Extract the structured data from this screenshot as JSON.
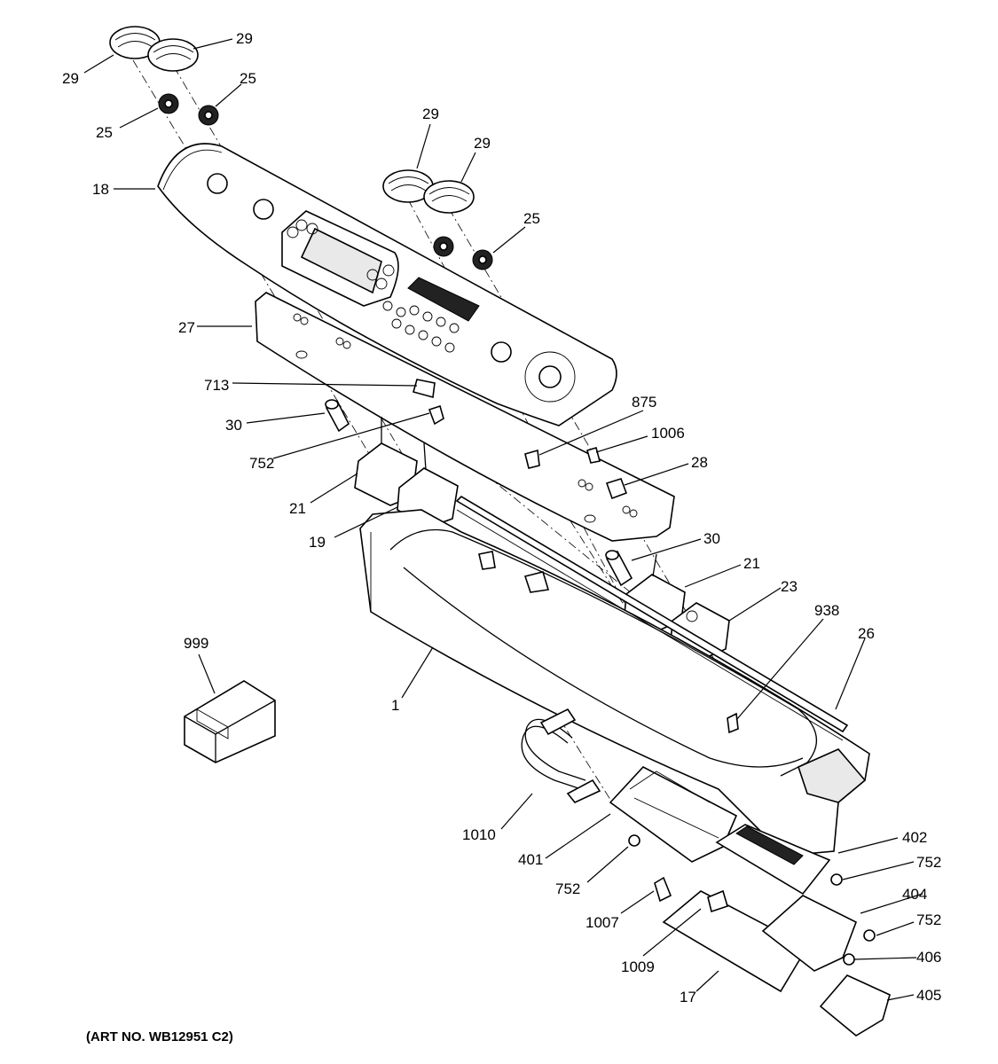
{
  "caption": "(ART NO. WB12951 C2)",
  "callouts": {
    "c29a": "29",
    "c29b": "29",
    "c29c": "29",
    "c29d": "29",
    "c25a": "25",
    "c25b": "25",
    "c25c": "25",
    "c18": "18",
    "c27": "27",
    "c713": "713",
    "c30a": "30",
    "c752a": "752",
    "c875": "875",
    "c1006": "1006",
    "c28": "28",
    "c21a": "21",
    "c19": "19",
    "c30b": "30",
    "c21b": "21",
    "c23": "23",
    "c938": "938",
    "c26": "26",
    "c999": "999",
    "c1": "1",
    "c1010": "1010",
    "c401": "401",
    "c752b": "752",
    "c1007": "1007",
    "c402": "402",
    "c752c": "752",
    "c404": "404",
    "c752d": "752",
    "c406": "406",
    "c1009": "1009",
    "c17": "17",
    "c405": "405"
  }
}
